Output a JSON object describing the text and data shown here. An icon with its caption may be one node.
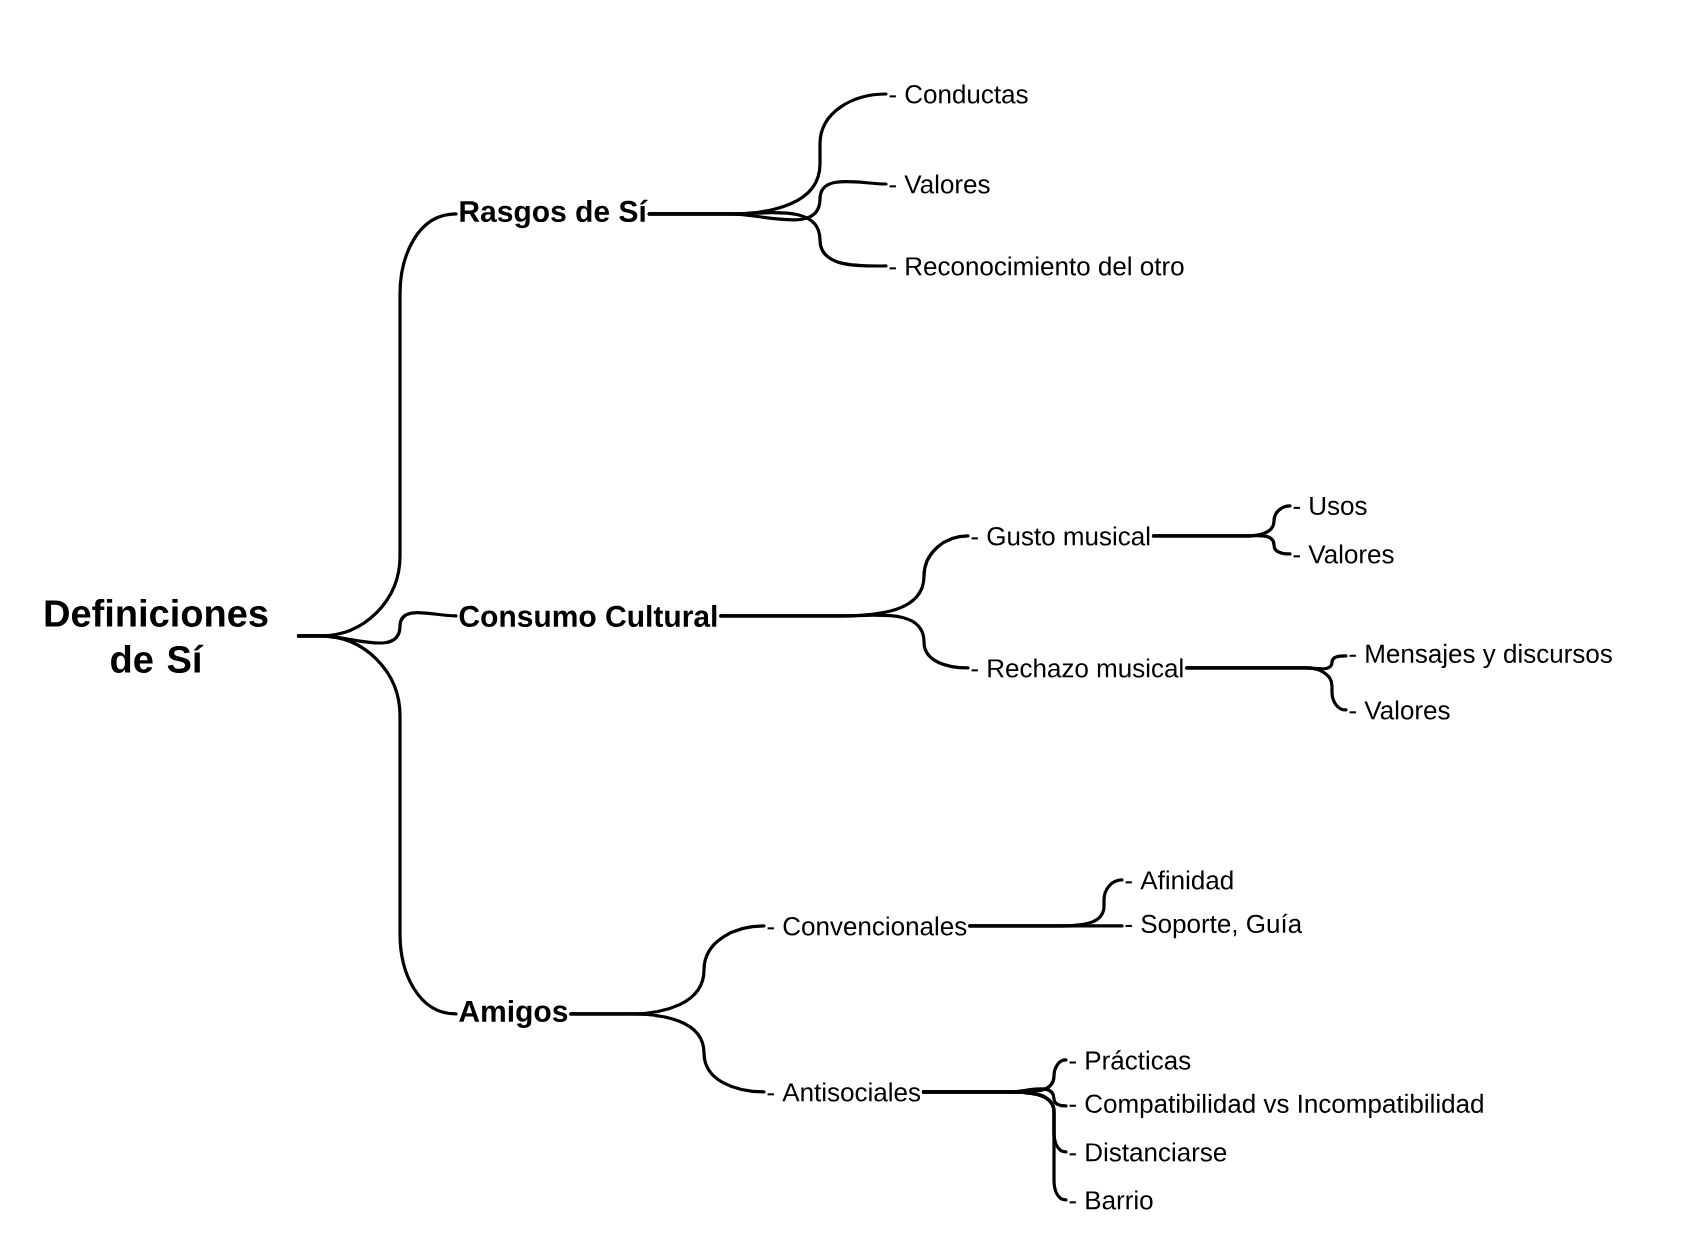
{
  "diagram": {
    "nodes": [
      {
        "text": [
          "Definiciones de Sí"
        ]
      },
      {
        "text": [
          "Rasgos de Sí"
        ]
      },
      {
        "text": [
          "Consumo Cultural"
        ]
      },
      {
        "text": [
          "Amigos"
        ]
      },
      {
        "text": [
          "- Conductas"
        ]
      },
      {
        "text": [
          "- Valores"
        ]
      },
      {
        "text": [
          "- Reconocimiento del otro"
        ]
      },
      {
        "text": [
          "- Gusto musical"
        ]
      },
      {
        "text": [
          "- Rechazo musical"
        ]
      },
      {
        "text": [
          "- Convencionales"
        ]
      },
      {
        "text": [
          "- Antisociales"
        ]
      },
      {
        "text": [
          "- Usos"
        ]
      },
      {
        "text": [
          "- Valores"
        ]
      },
      {
        "text": [
          "- Mensajes y discursos"
        ]
      },
      {
        "text": [
          "- Valores"
        ]
      },
      {
        "text": [
          "- Afinidad"
        ]
      },
      {
        "text": [
          "- Soporte, Guía"
        ]
      },
      {
        "text": [
          "- Prácticas"
        ]
      },
      {
        "text": [
          "- Compatibilidad vs Incompatibilidad"
        ]
      },
      {
        "text": [
          "- Distanciarse"
        ]
      },
      {
        "text": [
          "- Barrio"
        ]
      }
    ],
    "edges": [
      {
        "from": 0,
        "to": 1,
        "arrow": "none"
      },
      {
        "from": 0,
        "to": 2,
        "arrow": "none"
      },
      {
        "from": 0,
        "to": 3,
        "arrow": "none"
      },
      {
        "from": 1,
        "to": 4,
        "arrow": "none"
      },
      {
        "from": 1,
        "to": 5,
        "arrow": "none"
      },
      {
        "from": 1,
        "to": 6,
        "arrow": "none"
      },
      {
        "from": 2,
        "to": 7,
        "arrow": "none"
      },
      {
        "from": 2,
        "to": 8,
        "arrow": "none"
      },
      {
        "from": 3,
        "to": 9,
        "arrow": "none"
      },
      {
        "from": 3,
        "to": 10,
        "arrow": "none"
      },
      {
        "from": 7,
        "to": 11,
        "arrow": "none"
      },
      {
        "from": 7,
        "to": 12,
        "arrow": "none"
      },
      {
        "from": 8,
        "to": 13,
        "arrow": "none"
      },
      {
        "from": 8,
        "to": 14,
        "arrow": "none"
      },
      {
        "from": 9,
        "to": 15,
        "arrow": "none"
      },
      {
        "from": 9,
        "to": 16,
        "arrow": "none"
      },
      {
        "from": 10,
        "to": 17,
        "arrow": "none"
      },
      {
        "from": 10,
        "to": 18,
        "arrow": "none"
      },
      {
        "from": 10,
        "to": 19,
        "arrow": "none"
      },
      {
        "from": 10,
        "to": 20,
        "arrow": "none"
      }
    ]
  }
}
